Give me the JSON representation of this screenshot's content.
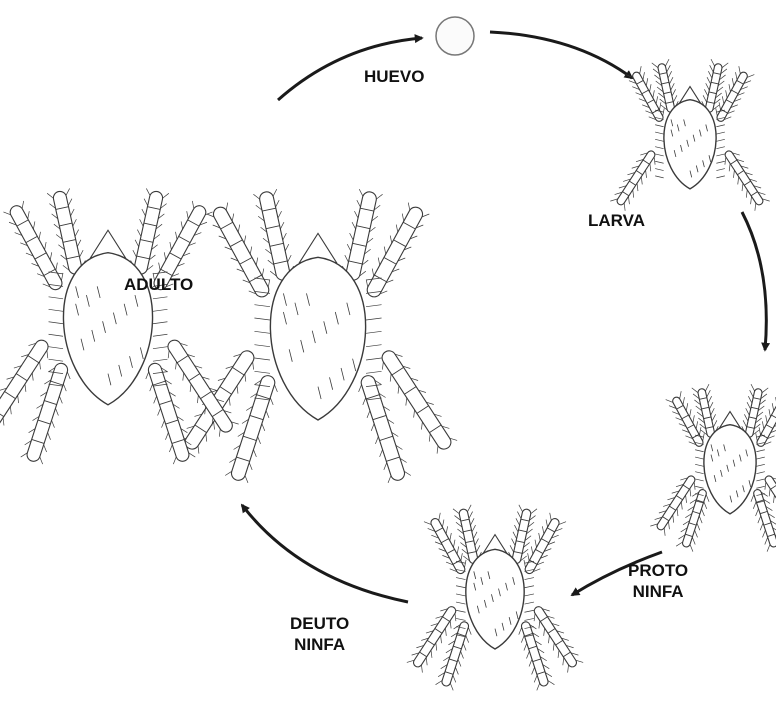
{
  "stages": {
    "egg": "HUEVO",
    "larva": "LARVA",
    "protonymph_line1": "PROTO",
    "protonymph_line2": "NINFA",
    "deutonymph_line1": "DEUTO",
    "deutonymph_line2": "NINFA",
    "adult": "ADULTO"
  },
  "colors": {
    "ink": "#111111",
    "arrow": "#1a1a1a",
    "mite_outline": "#3a3a3a",
    "background": "#ffffff"
  },
  "icons": [
    "egg-icon",
    "larva-mite-icon",
    "protonymph-mite-icon",
    "deutonymph-mite-icon",
    "adult-mite-icon",
    "cycle-arrow-icon"
  ]
}
